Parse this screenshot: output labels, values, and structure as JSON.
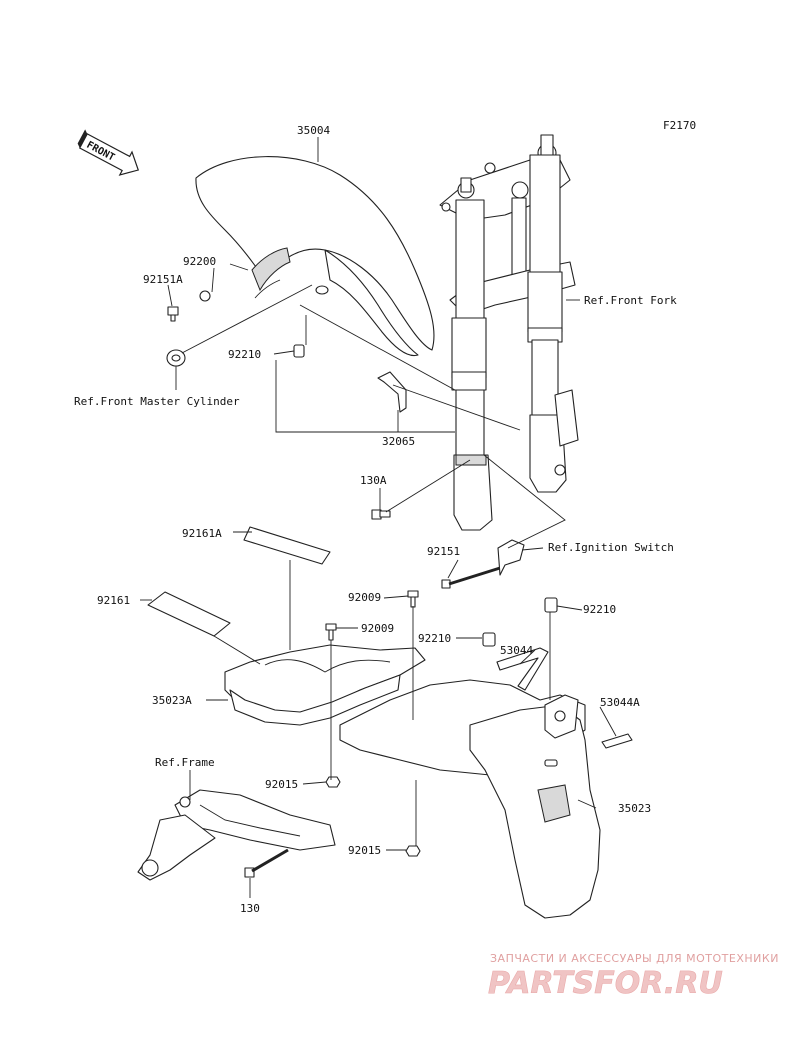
{
  "diagram_code": "F2170",
  "front_arrow": "FRONT",
  "labels": {
    "p35004": "35004",
    "p92200": "92200",
    "p92151A": "92151A",
    "p92210_top": "92210",
    "ref_master_cyl": "Ref.Front Master Cylinder",
    "ref_front_fork": "Ref.Front Fork",
    "p32065": "32065",
    "p130A": "130A",
    "p92151": "92151",
    "ref_ignition": "Ref.Ignition Switch",
    "p92161A": "92161A",
    "p92161": "92161",
    "p92009_a": "92009",
    "p92009_b": "92009",
    "p92210_right": "92210",
    "p92210_mid": "92210",
    "p53044": "53044",
    "p53044A": "53044A",
    "p35023A": "35023A",
    "ref_frame": "Ref.Frame",
    "p92015_a": "92015",
    "p92015_b": "92015",
    "p35023": "35023",
    "p130": "130"
  },
  "watermark": {
    "line1": "ЗАПЧАСТИ И АКСЕССУАРЫ ДЛЯ МОТОТЕХНИКИ",
    "line2": "PARTSFOR.RU"
  }
}
